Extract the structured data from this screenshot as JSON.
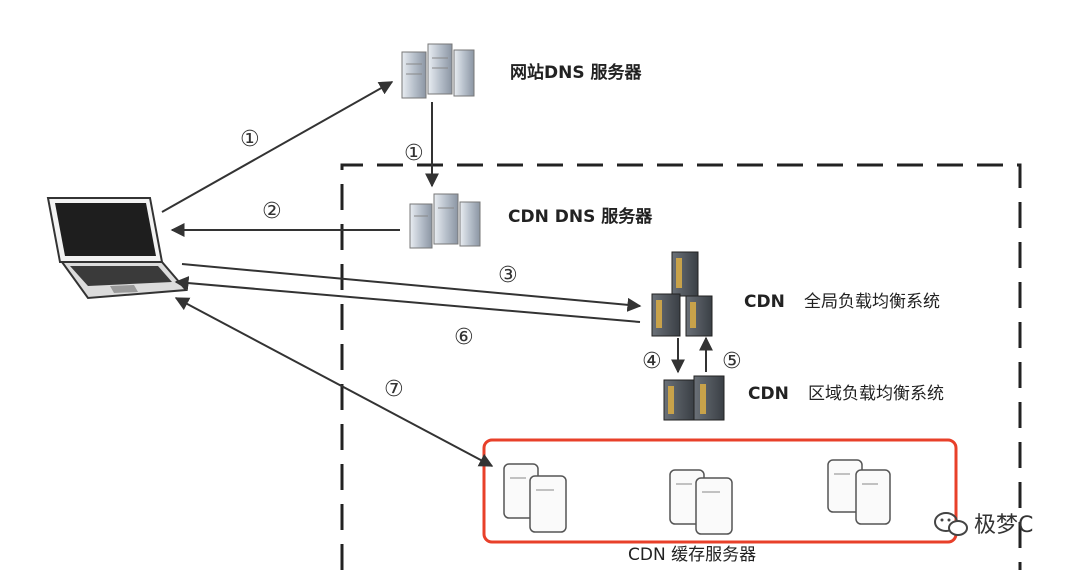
{
  "labels": {
    "website_dns": "网站DNS 服务器",
    "cdn_dns": "CDN DNS 服务器",
    "global_lb_prefix": "CDN",
    "global_lb": "全局负载均衡系统",
    "regional_lb_prefix": "CDN",
    "regional_lb": "区域负载均衡系统",
    "cache_servers": "CDN 缓存服务器"
  },
  "steps": {
    "s1a": "①",
    "s1b": "①",
    "s2": "②",
    "s3": "③",
    "s4": "④",
    "s5": "⑤",
    "s6": "⑥",
    "s7": "⑦"
  },
  "watermark": "极梦C",
  "colors": {
    "highlight": "#e8402a",
    "arrow": "#333333",
    "dash": "#222222"
  },
  "icons": [
    "laptop-icon",
    "server-icon",
    "rack-server-icon",
    "wechat-icon"
  ]
}
